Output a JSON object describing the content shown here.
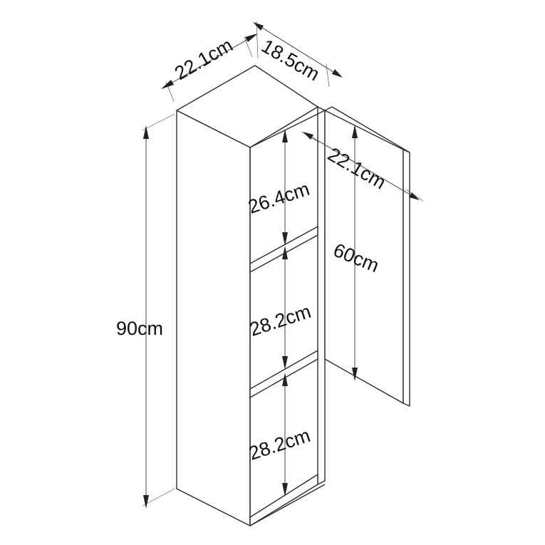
{
  "diagram": {
    "labels": {
      "cabinet_width": "22.1cm",
      "cabinet_depth": "18.5cm",
      "door_width": "22.1cm",
      "total_height": "90cm",
      "door_height": "60cm",
      "top_shelf": "26.4cm",
      "middle_shelf": "28.2cm",
      "bottom_shelf": "28.2cm"
    },
    "colors": {
      "line": "#2b2b2b",
      "text": "#111111",
      "background": "#ffffff"
    }
  }
}
